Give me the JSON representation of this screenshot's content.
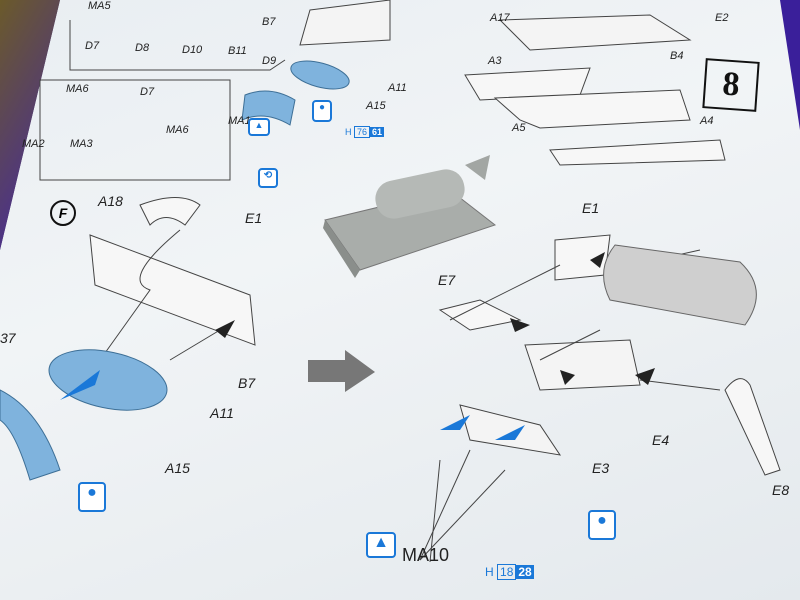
{
  "sheet": {
    "step_number": "8",
    "sub_step": "F",
    "labels_top_left": [
      "MA5",
      "B7",
      "D7",
      "D8",
      "D10",
      "B11",
      "D9",
      "MA1",
      "A15",
      "A11",
      "MA6",
      "MA6",
      "MA2",
      "MA3",
      "D7"
    ],
    "labels_top_right": [
      "A17",
      "E2",
      "B4",
      "A3",
      "A5",
      "A4"
    ],
    "labels_left": [
      "A18",
      "E1",
      "B7",
      "A11",
      "A15",
      "37"
    ],
    "labels_right": [
      "E1",
      "E7",
      "E4",
      "E3",
      "E8",
      "MA10"
    ],
    "ref_top": {
      "prefix": "H",
      "a": "76",
      "b": "61"
    },
    "ref_bottom": {
      "prefix": "H",
      "a": "18",
      "b": "28"
    }
  },
  "colors": {
    "accent": "#1a78d8",
    "part_blue": "#7fb3dd",
    "model_grey": "#a9adaa"
  }
}
